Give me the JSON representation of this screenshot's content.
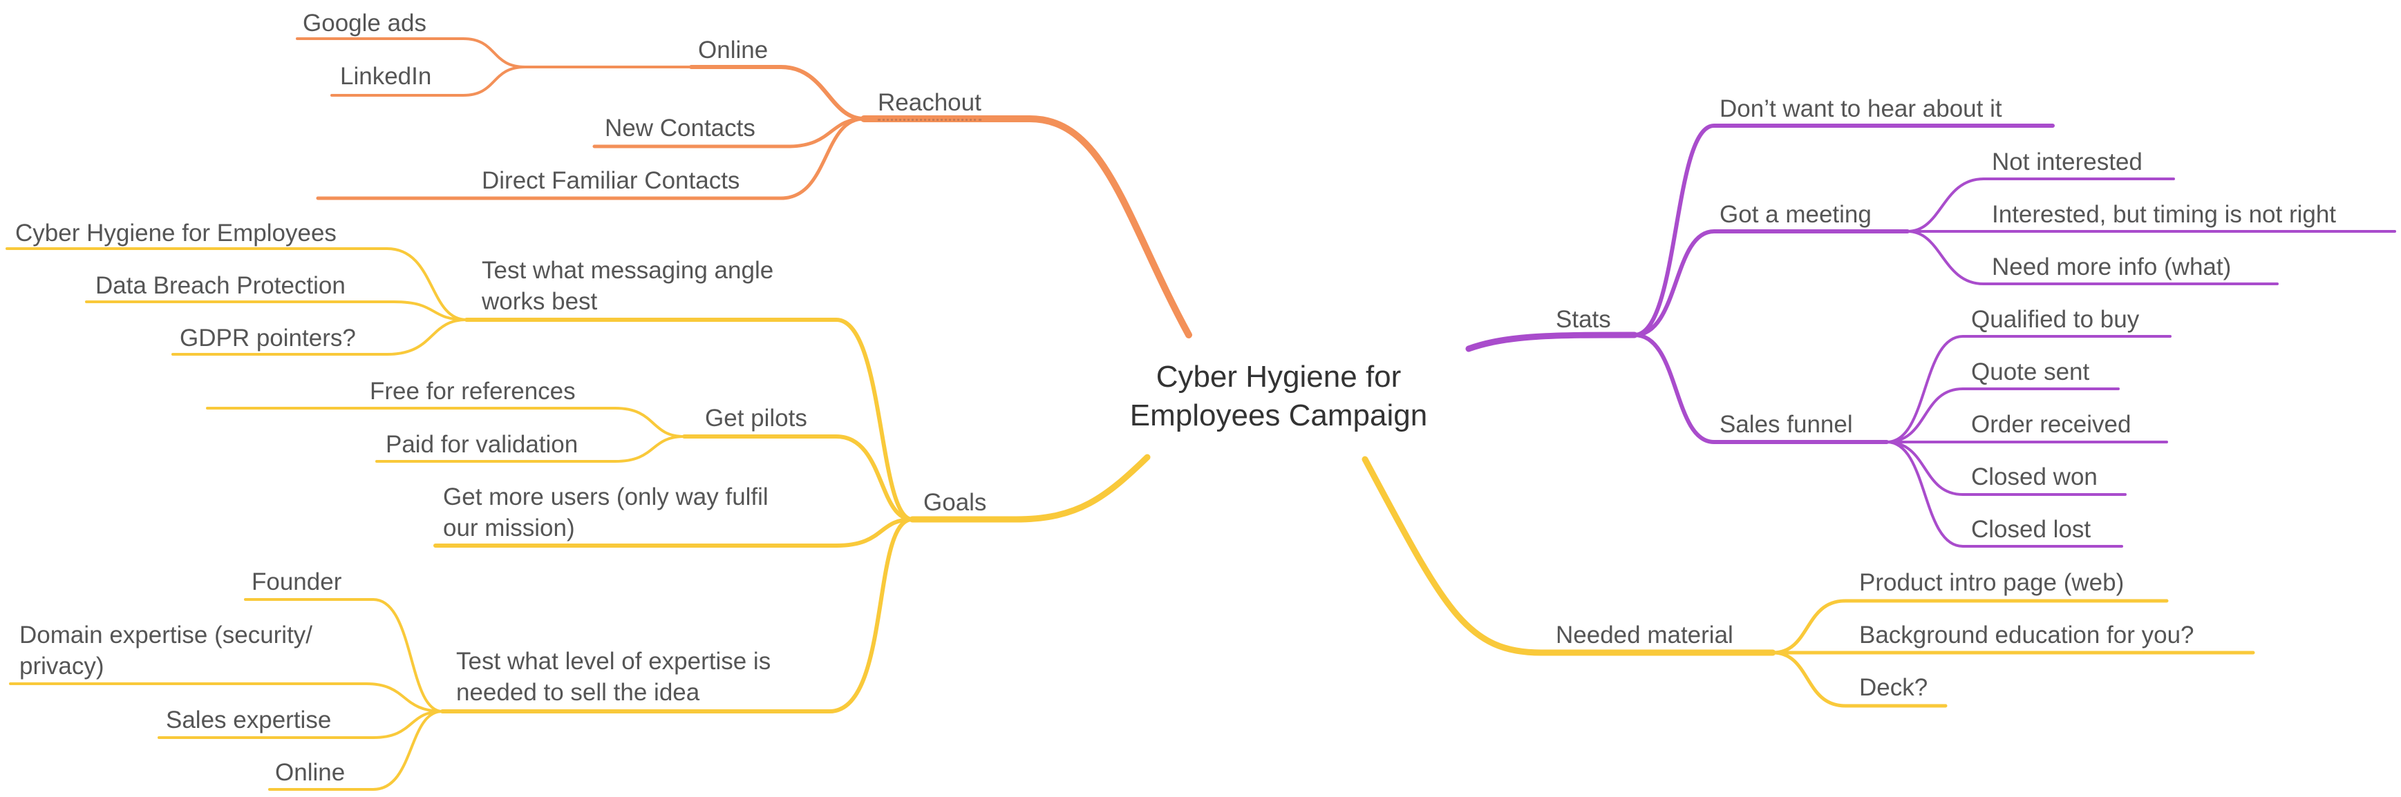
{
  "central_topic": {
    "line1": "Cyber Hygiene for",
    "line2": "Employees Campaign"
  },
  "colors": {
    "reachout": "#f39058",
    "goals": "#f9c93a",
    "stats": "#a94ccc",
    "needed_material": "#f9c93a",
    "text": "#555555"
  },
  "branches": {
    "reachout": {
      "label": "Reachout",
      "online": "Online",
      "google_ads": "Google ads",
      "linkedin": "LinkedIn",
      "new_contacts": "New Contacts",
      "direct_familiar": "Direct Familiar Contacts"
    },
    "goals": {
      "label": "Goals",
      "test_messaging": {
        "line1": "Test what messaging angle",
        "line2": "works best"
      },
      "cyber_hygiene": "Cyber Hygiene for Employees",
      "data_breach": "Data Breach Protection",
      "gdpr": "GDPR pointers?",
      "get_pilots": "Get pilots",
      "free_refs": "Free for references",
      "paid_validation": "Paid for validation",
      "more_users": {
        "line1": "Get more users (only way fulfil",
        "line2": "our mission)"
      },
      "test_expertise": {
        "line1": "Test what level of expertise is",
        "line2": "needed to sell the idea"
      },
      "founder": "Founder",
      "domain_expertise": {
        "line1": "Domain expertise (security/",
        "line2": "privacy)"
      },
      "sales_expertise": "Sales expertise",
      "online": "Online"
    },
    "stats": {
      "label": "Stats",
      "dont_want": "Don’t want to hear about it",
      "got_meeting": "Got a meeting",
      "not_interested": "Not interested",
      "interested_timing": "Interested, but timing is not right",
      "need_more_info": "Need more info (what)",
      "sales_funnel": "Sales funnel",
      "qualified": "Qualified to buy",
      "quote_sent": "Quote sent",
      "order_received": "Order received",
      "closed_won": "Closed won",
      "closed_lost": "Closed lost"
    },
    "needed_material": {
      "label": "Needed material",
      "product_intro": "Product intro page (web)",
      "background_edu": "Background education for you?",
      "deck": "Deck?"
    }
  }
}
